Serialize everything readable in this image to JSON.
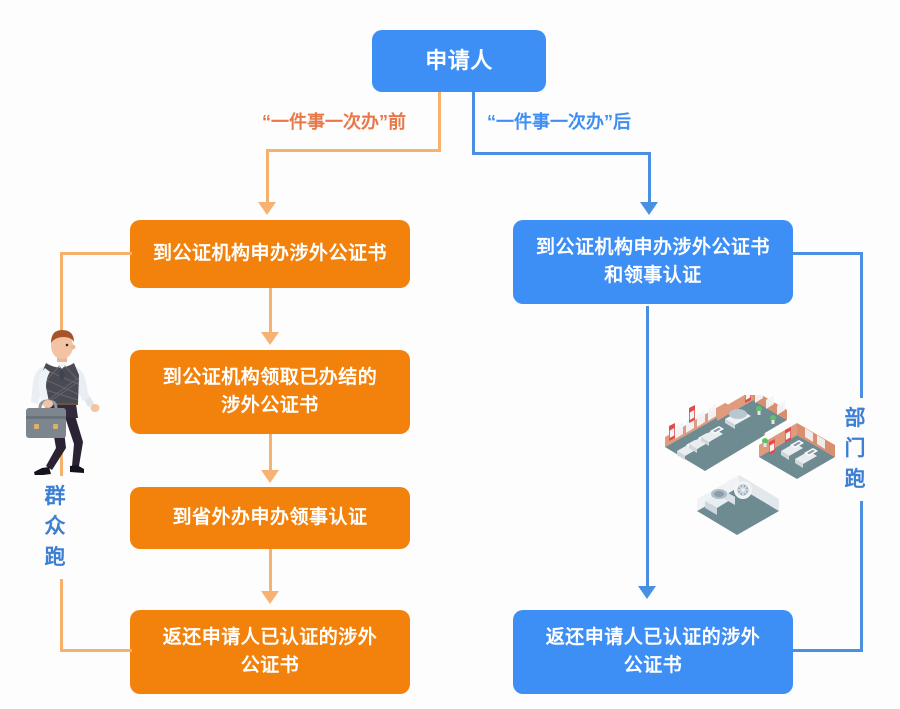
{
  "diagram": {
    "title_node": {
      "label": "申请人"
    },
    "branches": {
      "before_label": "“一件事一次办”前",
      "after_label": "“一件事一次办”后",
      "before_color": "#e8784a",
      "after_color": "#3d8ef5"
    },
    "left_flow": {
      "accent_color": "#f2820c",
      "caption": {
        "chars": [
          "群",
          "众",
          "跑"
        ],
        "text": "群众跑"
      },
      "steps": [
        {
          "line1": "到公证机构申办涉外公证书",
          "line2": ""
        },
        {
          "line1": "到公证机构领取已办结的",
          "line2": "涉外公证书"
        },
        {
          "line1": "到省外办申办领事认证",
          "line2": ""
        },
        {
          "line1": "返还申请人已认证的涉外",
          "line2": "公证书"
        }
      ]
    },
    "right_flow": {
      "accent_color": "#3d8ef5",
      "caption": {
        "chars": [
          "部",
          "门",
          "跑"
        ],
        "text": "部门跑"
      },
      "steps": [
        {
          "line1": "到公证机构申办涉外公证书",
          "line2": "和领事认证"
        },
        {
          "line1": "返还申请人已认证的涉外",
          "line2": "公证书"
        }
      ]
    },
    "illustrations": {
      "person": "businessman-with-briefcase-illustration",
      "office": "isometric-government-service-hall-illustration"
    }
  }
}
